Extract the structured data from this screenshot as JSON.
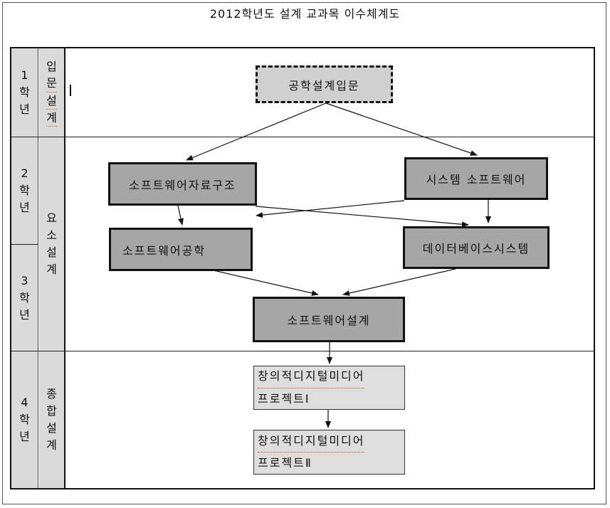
{
  "title": "2012학년도 설계 교과목 이수체계도",
  "rows": {
    "year1": {
      "grade": [
        "1",
        "학",
        "년"
      ],
      "category": [
        "입",
        "문",
        "설",
        "계"
      ]
    },
    "year2": {
      "grade": [
        "2",
        "학",
        "년"
      ]
    },
    "year3": {
      "grade": [
        "3",
        "학",
        "년"
      ]
    },
    "year23_category": [
      "요",
      "소",
      "설",
      "계"
    ],
    "year4": {
      "grade": [
        "4",
        "학",
        "년"
      ],
      "category": [
        "종",
        "합",
        "설",
        "계"
      ]
    }
  },
  "courses": {
    "intro": "공학설계입문",
    "data_structures": "소프트웨어자료구조",
    "system_software": "시스템 소프트웨어",
    "software_engineering": "소프트웨어공학",
    "database": "데이터베이스시스템",
    "software_design": "소프트웨어설계",
    "capstone1": [
      "창의적디지털미디어",
      "프로젝트Ⅰ"
    ],
    "capstone2": [
      "창의적디지털미디어",
      "프로젝트Ⅱ"
    ]
  },
  "colors": {
    "label_fill": "#dadada",
    "dark_box": "#a6a6a6",
    "light_box": "#dedede",
    "line": "#111111"
  }
}
